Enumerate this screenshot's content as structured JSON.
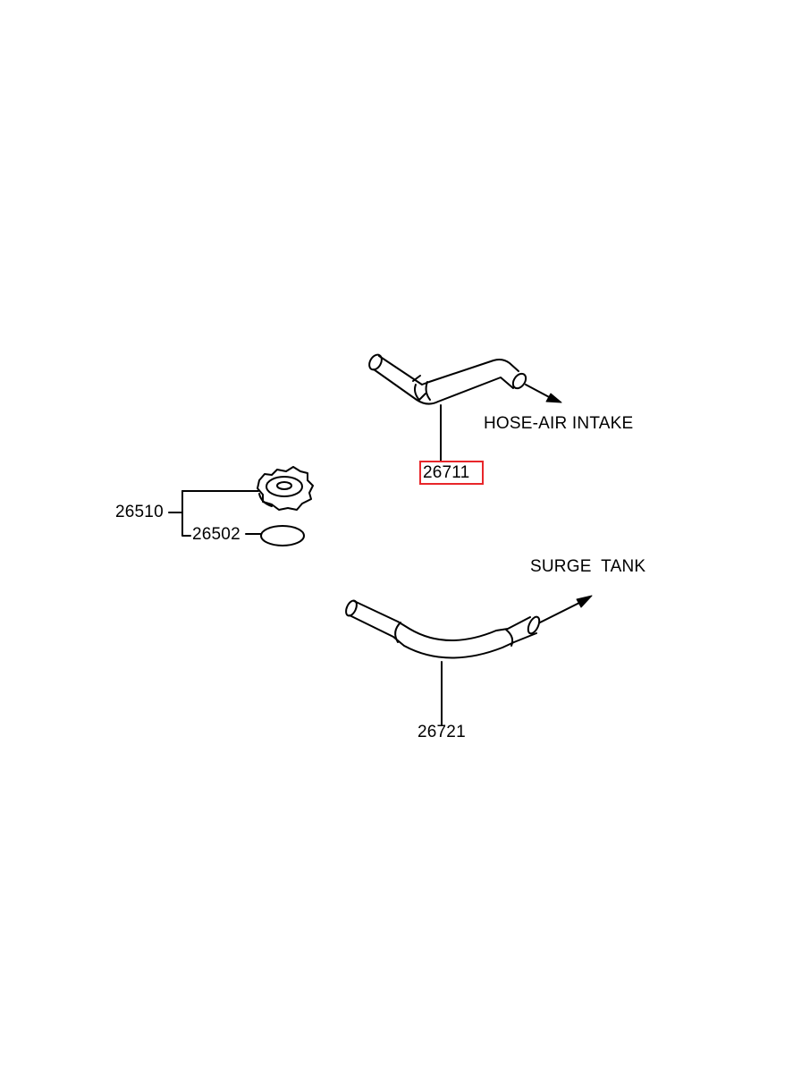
{
  "parts": {
    "hose_upper": {
      "part_no": "26711",
      "highlighted": true
    },
    "hose_lower": {
      "part_no": "26721"
    },
    "cap_assy": {
      "part_no": "26510"
    },
    "gasket": {
      "part_no": "26502"
    }
  },
  "destinations": {
    "upper": "HOSE-AIR INTAKE",
    "lower": "SURGE  TANK"
  },
  "colors": {
    "line": "#000000",
    "highlight": "#e8262a",
    "background": "#ffffff"
  }
}
